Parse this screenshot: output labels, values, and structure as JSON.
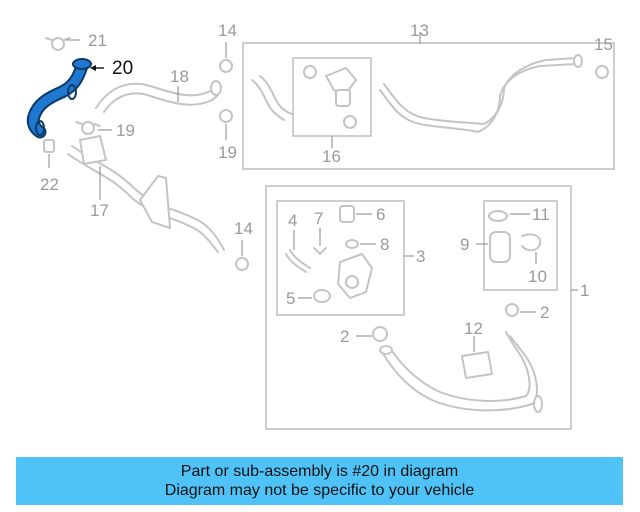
{
  "diagram": {
    "highlight_color": "#1e78d2",
    "callouts": {
      "c1": "1",
      "c2a": "2",
      "c2b": "2",
      "c3": "3",
      "c4": "4",
      "c5": "5",
      "c6": "6",
      "c7": "7",
      "c8": "8",
      "c9": "9",
      "c10": "10",
      "c11": "11",
      "c12": "12",
      "c13": "13",
      "c14a": "14",
      "c14b": "14",
      "c15": "15",
      "c16": "16",
      "c17": "17",
      "c18": "18",
      "c19a": "19",
      "c19b": "19",
      "c20": "20",
      "c21": "21",
      "c22": "22"
    }
  },
  "banner": {
    "background": "#4fc3f7",
    "line1": "Part or sub-assembly is #20 in diagram",
    "line2": "Diagram may not be specific to your vehicle"
  }
}
